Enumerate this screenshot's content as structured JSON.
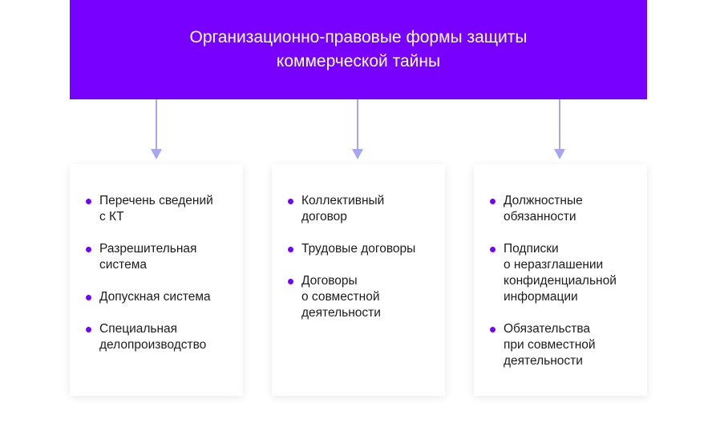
{
  "header": {
    "title": "Организационно-правовые формы защиты коммерческой тайны",
    "background_color": "#7700ff",
    "text_color": "#ffffff"
  },
  "colors": {
    "arrow": "#a7a6f2",
    "bullet": "#7700ff",
    "text": "#1c1c1c"
  },
  "columns": [
    {
      "items": [
        "Перечень сведений\nс КТ",
        "Разрешительная\nсистема",
        "Допускная система",
        "Специальная\nделопроизводство"
      ]
    },
    {
      "items": [
        "Коллективный\nдоговор",
        "Трудовые договоры",
        "Договоры\nо совместной\nдеятельности"
      ]
    },
    {
      "items": [
        "Должностные\nобязанности",
        "Подписки\nо неразглашении\nконфиденциальной\nинформации",
        "Обязательства\nпри совместной\nдеятельности"
      ]
    }
  ]
}
